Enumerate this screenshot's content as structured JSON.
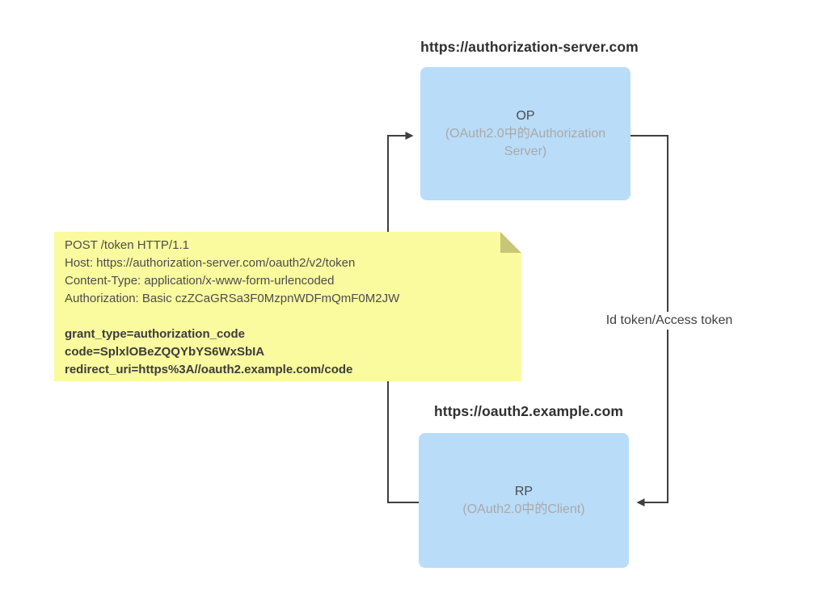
{
  "diagram": {
    "op": {
      "title": "https://authorization-server.com",
      "name": "OP",
      "subtitle": "(OAuth2.0中的Authorization Server)"
    },
    "rp": {
      "title": "https://oauth2.example.com",
      "name": "RP",
      "subtitle": "(OAuth2.0中的Client)"
    },
    "edge_label": "Id token/Access token",
    "note": {
      "request_lines": [
        "POST /token HTTP/1.1",
        "Host: https://authorization-server.com/oauth2/v2/token",
        "Content-Type: application/x-www-form-urlencoded",
        "Authorization: Basic czZCaGRSa3F0MzpnWDFmQmF0M2JW"
      ],
      "body_lines": [
        "grant_type=authorization_code",
        "code=SplxlOBeZQQYbYS6WxSbIA",
        "redirect_uri=https%3A//oauth2.example.com/code"
      ]
    },
    "colors": {
      "box_fill": "#b9dcf8",
      "note_fill": "#fafa9e",
      "note_fold": "#c9c577",
      "line": "#3f3f3f"
    }
  }
}
